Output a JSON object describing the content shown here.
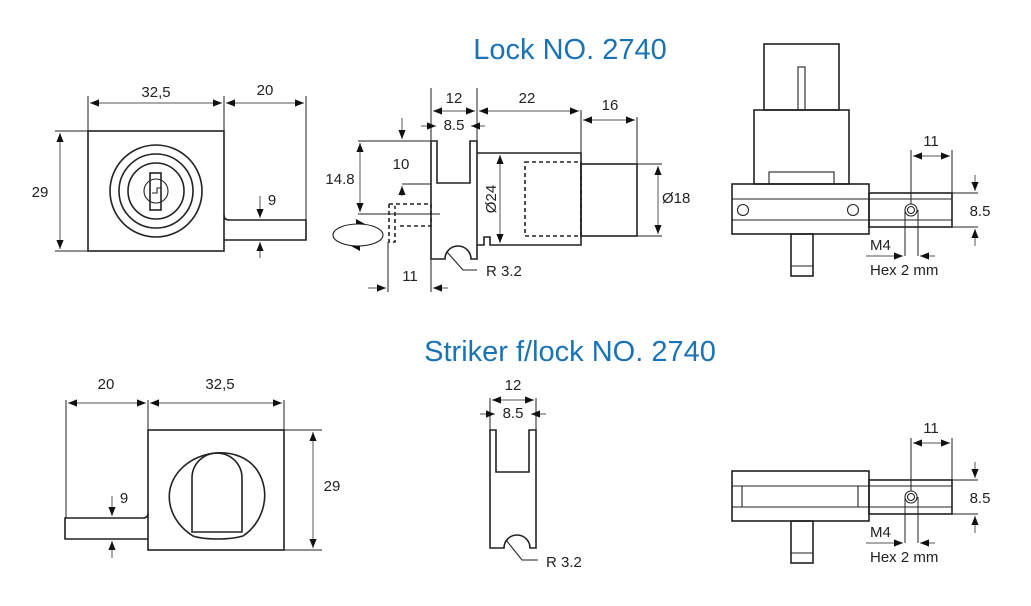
{
  "titles": {
    "lock": "Lock NO. 2740",
    "striker": "Striker f/lock NO. 2740"
  },
  "colors": {
    "title": "#1a73b5",
    "line": "#222222",
    "background": "#ffffff"
  },
  "lock_front_view": {
    "width_label": "32,5",
    "bolt_extension_label": "20",
    "height_label": "29",
    "bolt_thickness_label": "9",
    "key_icon": "keyhole-icon"
  },
  "lock_side_view": {
    "head_width_label": "12",
    "slot_width_label": "8.5",
    "body_length_label": "22",
    "cylinder_length_label": "16",
    "body_diameter_label": "Ø24",
    "cylinder_diameter_label": "Ø18",
    "slot_depth_label": "10",
    "bolt_height_label": "14.8",
    "bolt_throw_label": "11",
    "radius_label": "R 3.2",
    "rotation_icon": "rotation-arrows-icon"
  },
  "lock_top_view": {
    "hole_spacing_label": "11",
    "rail_height_label": "8.5",
    "screw_label": "M4",
    "hex_label": "Hex 2 mm"
  },
  "striker_front_view": {
    "extension_label": "20",
    "width_label": "32,5",
    "height_label": "29",
    "thickness_label": "9"
  },
  "striker_side_view": {
    "head_width_label": "12",
    "slot_width_label": "8.5",
    "radius_label": "R 3.2"
  },
  "striker_top_view": {
    "hole_spacing_label": "11",
    "rail_height_label": "8.5",
    "screw_label": "M4",
    "hex_label": "Hex 2 mm"
  }
}
